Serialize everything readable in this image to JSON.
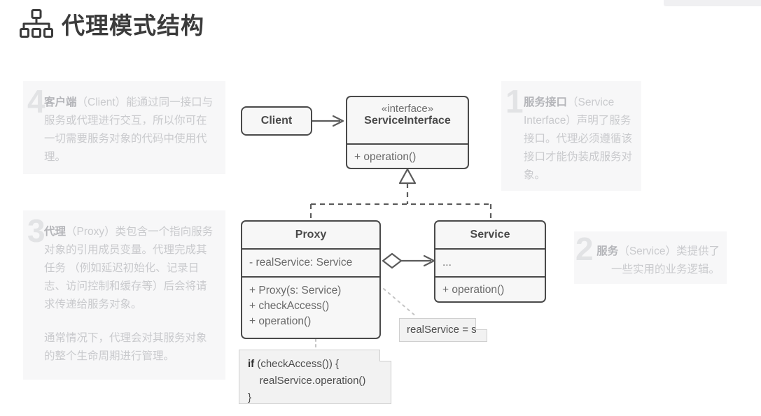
{
  "header": {
    "icon": "sitemap-icon",
    "title": "代理模式结构"
  },
  "annotations": [
    {
      "number": "1",
      "id": "ann-1",
      "bold_lead": "服务接口",
      "text": "（Service Interface）声明了服务接口。代理必须遵循该接口才能伪装成服务对象。"
    },
    {
      "number": "2",
      "id": "ann-2",
      "bold_lead": "服务",
      "text": "（Service）类提供了一些实用的业务逻辑。"
    },
    {
      "number": "3",
      "id": "ann-3",
      "bold_lead": "代理",
      "text": "（Proxy）类包含一个指向服务对象的引用成员变量。代理完成其任务 （例如延迟初始化、记录日志、访问控制和缓存等）后会将请求传递给服务对象。",
      "text2": "通常情况下，代理会对其服务对象的整个生命周期进行管理。"
    },
    {
      "number": "4",
      "id": "ann-4",
      "bold_lead": "客户端",
      "text": "（Client）能通过同一接口与服务或代理进行交互，所以你可在一切需要服务对象的代码中使用代理。"
    }
  ],
  "diagram": {
    "client": {
      "name": "Client"
    },
    "service_interface": {
      "stereotype": "«interface»",
      "name": "ServiceInterface",
      "operations": [
        "+ operation()"
      ]
    },
    "proxy": {
      "name": "Proxy",
      "attributes": [
        "- realService: Service"
      ],
      "operations": [
        "+ Proxy(s: Service)",
        "+ checkAccess()",
        "+ operation()"
      ]
    },
    "service": {
      "name": "Service",
      "attributes": [
        "..."
      ],
      "operations": [
        "+ operation()"
      ]
    },
    "notes": {
      "assignment": "realService = s",
      "code_line1_keyword": "if",
      "code_line1_rest": " (checkAccess()) {",
      "code_line2": "    realService.operation()",
      "code_line3": "}"
    }
  },
  "colors": {
    "box_border": "#4a4a4a",
    "box_fill": "#f7f7f7",
    "note_fill": "#f2f2f2",
    "note_border": "#cfcfcf",
    "panel_fill": "#f7f7f8",
    "muted_text": "#c9cacd",
    "title_text": "#3b3b3b"
  }
}
